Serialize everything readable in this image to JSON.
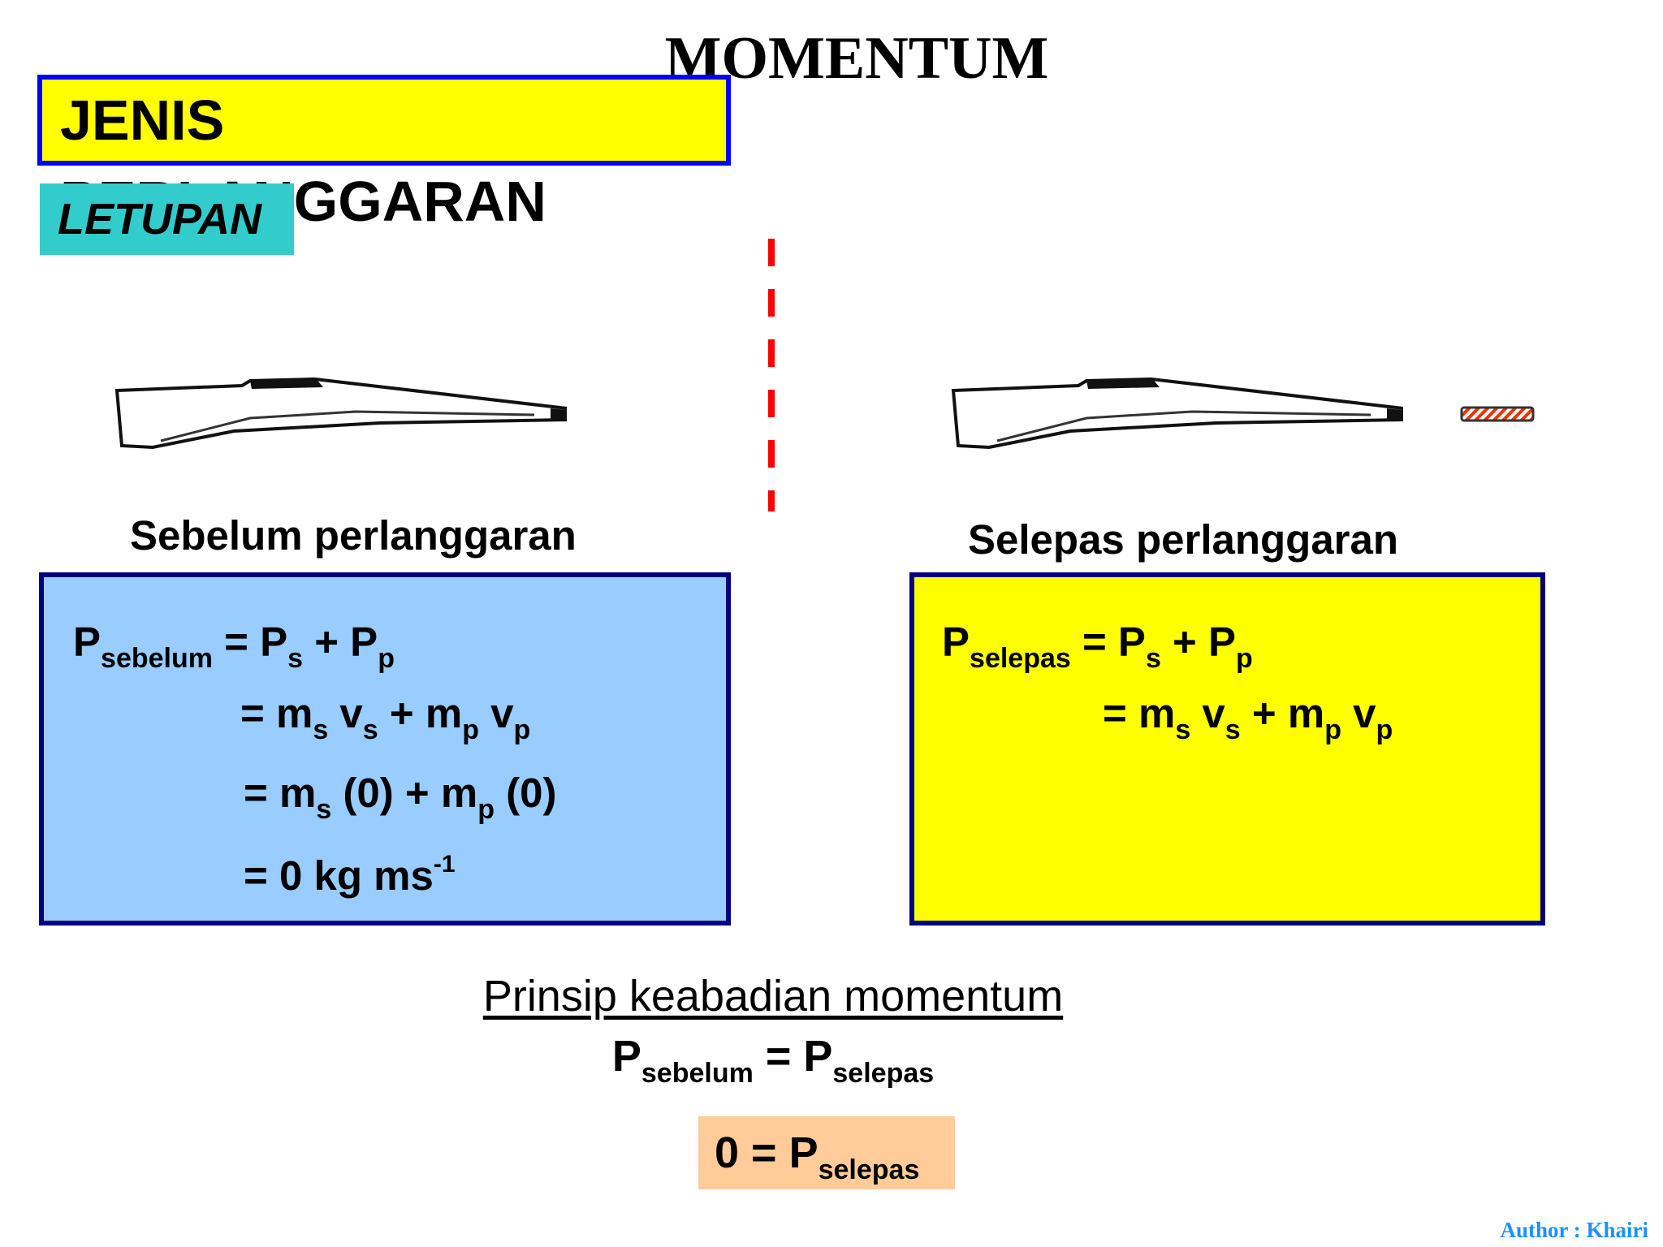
{
  "slide": {
    "title": "MOMENTUM",
    "type_heading": "JENIS PERLANGGARAN",
    "type_label": "LETUPAN",
    "before": {
      "caption": "Sebelum perlanggaran",
      "p_label": "P",
      "p_sub": "sebelum",
      "eq1": {
        "a": "= P",
        "a_sub": "s",
        "b": " + P",
        "b_sub": "p"
      },
      "eq2": {
        "a": "= m",
        "a_sub": "s",
        "b": " v",
        "b_sub": "s",
        "c": " + m",
        "c_sub": "p",
        "d": " v",
        "d_sub": "p"
      },
      "eq3": {
        "a": "= m",
        "a_sub": "s",
        "b": " (0) + m",
        "b_sub": "p",
        "c": " (0)"
      },
      "eq4": {
        "a": "= 0 kg ms",
        "a_sup": "-1"
      }
    },
    "after": {
      "caption": "Selepas perlanggaran",
      "p_label": "P",
      "p_sub": "selepas",
      "eq1": {
        "a": "= P",
        "a_sub": "s",
        "b": " + P",
        "b_sub": "p"
      },
      "eq2": {
        "a": "= m",
        "a_sub": "s",
        "b": " v",
        "b_sub": "s",
        "c": " + m",
        "c_sub": "p",
        "d": " v",
        "d_sub": "p"
      }
    },
    "principle": "Prinsip keabadian momentum",
    "principle_eq": {
      "p1": "P",
      "p1_sub": "sebelum",
      "eq": " = P",
      "p2_sub": "selepas"
    },
    "result": {
      "a": "0 = P",
      "a_sub": "selepas"
    },
    "author": "Author : Khairi"
  },
  "colors": {
    "heading_bg": "#ffff00",
    "heading_border": "#0000ff",
    "letupan_bg": "#33cccc",
    "before_box": "#99ccff",
    "after_box": "#ffff00",
    "box_border": "#000080",
    "result_bg": "#ffcc99",
    "divider": "#ff0000",
    "author": "#1e90ff"
  },
  "icons": [
    "rifle-icon",
    "rifle-icon",
    "bullet-icon"
  ]
}
